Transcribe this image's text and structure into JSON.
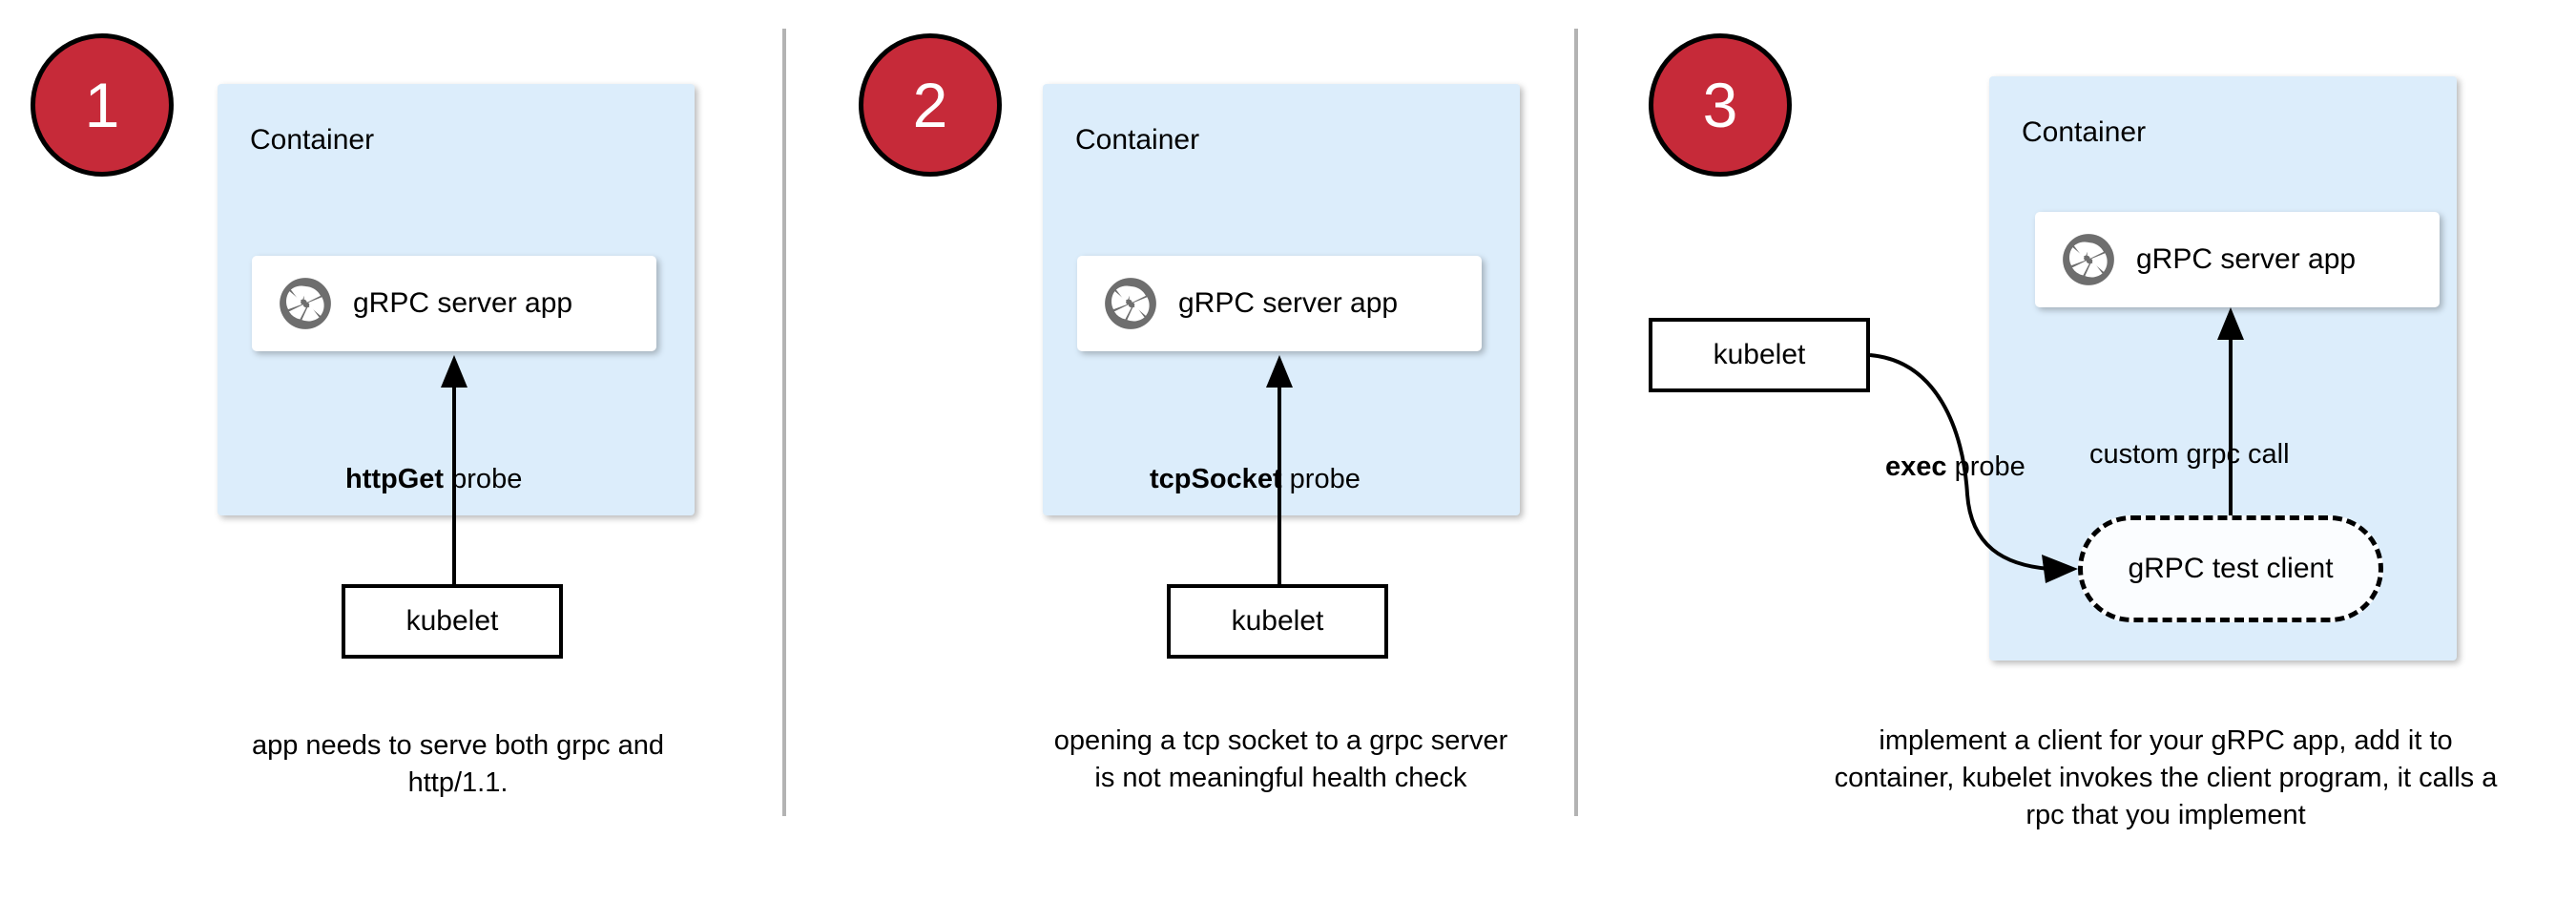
{
  "diagram": {
    "title": "Kubernetes gRPC health probe approaches",
    "colors": {
      "badge_fill": "#c62a39",
      "badge_border": "#000000",
      "badge_text": "#ffffff",
      "container_fill": "#dcedfb",
      "card_fill": "#ffffff",
      "divider": "#b3b3b3",
      "stroke": "#000000",
      "grpc_icon": "#6e6e6e"
    }
  },
  "panels": [
    {
      "number": "1",
      "container_label": "Container",
      "app_label": "gRPC server app",
      "app_icon": "grpc-logo-icon",
      "probe_label_bold": "httpGet",
      "probe_label_rest": " probe",
      "kubelet_label": "kubelet",
      "caption": "app needs to serve both grpc and http/1.1."
    },
    {
      "number": "2",
      "container_label": "Container",
      "app_label": "gRPC server app",
      "app_icon": "grpc-logo-icon",
      "probe_label_bold": "tcpSocket",
      "probe_label_rest": " probe",
      "kubelet_label": "kubelet",
      "caption": "opening a tcp socket to a grpc server is not meaningful health check"
    },
    {
      "number": "3",
      "container_label": "Container",
      "app_label": "gRPC server app",
      "app_icon": "grpc-logo-icon",
      "probe_label_bold": "exec",
      "probe_label_rest": " probe",
      "kubelet_label": "kubelet",
      "test_client_label": "gRPC test client",
      "internal_call_label": "custom grpc call",
      "caption": "implement a client for your gRPC app, add it to container, kubelet invokes the client program, it calls a rpc that you implement"
    }
  ]
}
